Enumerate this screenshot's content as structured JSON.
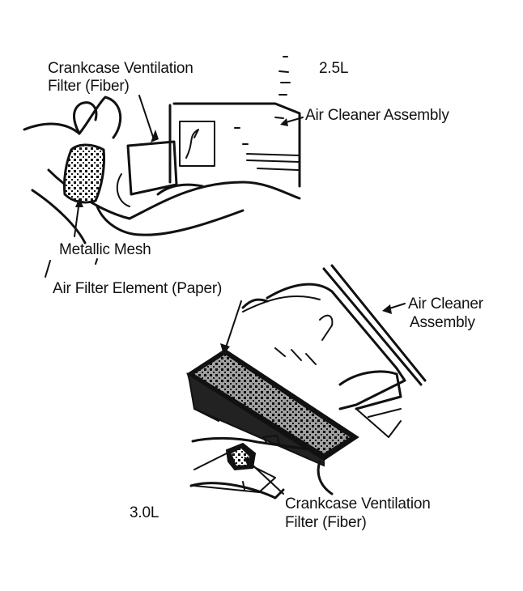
{
  "engine_25": {
    "label": "2.5L",
    "crankcase_filter_label_line1": "Crankcase Ventilation",
    "crankcase_filter_label_line2": "Filter (Fiber)",
    "air_cleaner_label": "Air Cleaner Assembly",
    "metallic_mesh_label": "Metallic Mesh"
  },
  "engine_30": {
    "label": "3.0L",
    "air_filter_label": "Air Filter Element (Paper)",
    "air_cleaner_label_line1": "Air Cleaner",
    "air_cleaner_label_line2": "Assembly",
    "crankcase_filter_label_line1": "Crankcase Ventilation",
    "crankcase_filter_label_line2": "Filter (Fiber)"
  }
}
